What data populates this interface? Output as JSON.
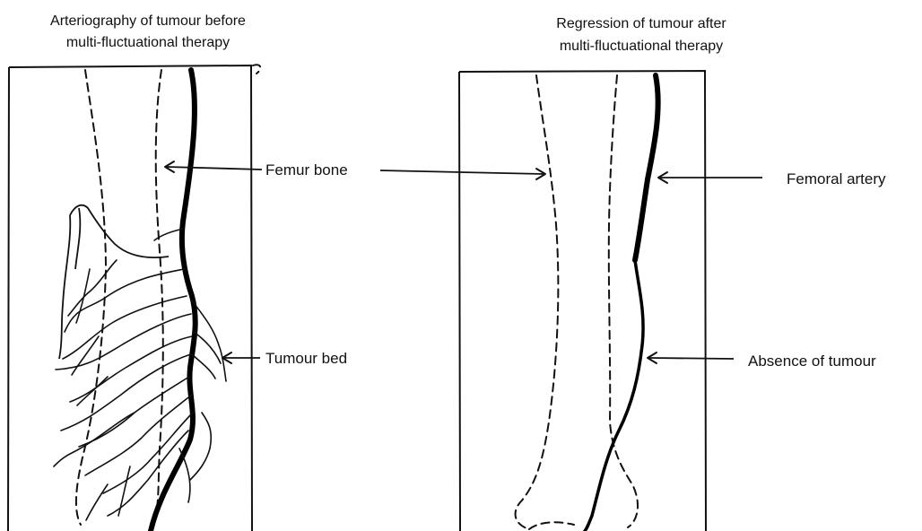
{
  "panels": {
    "before": {
      "title_line1": "Arteriography of tumour before",
      "title_line2": "multi-fluctuational therapy"
    },
    "after": {
      "title_line1": "Regression of tumour after",
      "title_line2": "multi-fluctuational therapy"
    }
  },
  "labels": {
    "femur_bone": "Femur bone",
    "femoral_artery": "Femoral artery",
    "tumour_bed": "Tumour bed",
    "absence_of_tumour": "Absence of tumour"
  },
  "colors": {
    "ink": "#111111",
    "background": "#ffffff"
  }
}
